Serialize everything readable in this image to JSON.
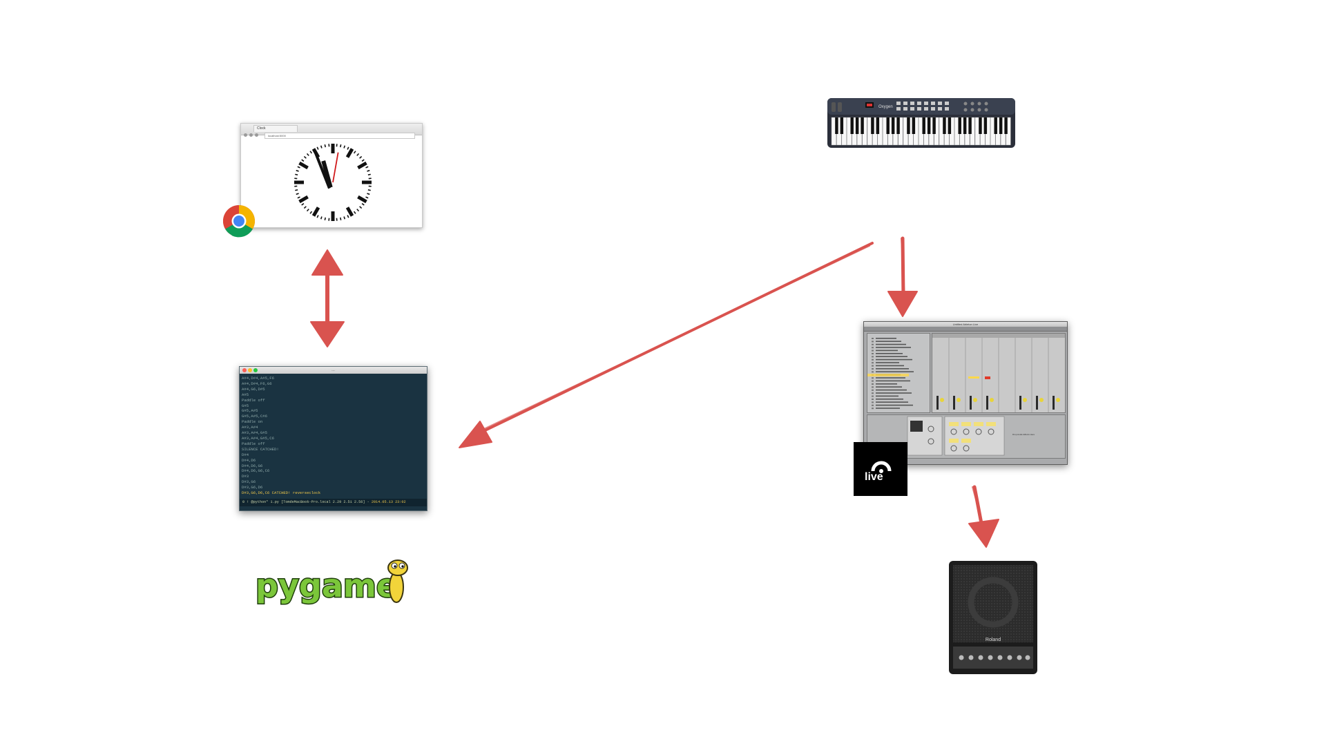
{
  "browser": {
    "tab_label": "Clock",
    "address": "localhost:5000"
  },
  "terminal": {
    "title": "…",
    "lines": [
      "A#4,D#4,A#5,F6",
      "A#4,D#4,F6,G6",
      "A#4,G6,D#5",
      "A#5",
      "Paddle off",
      "G#5",
      "G#5,A#5",
      "G#5,A#5,C#6",
      "Paddle on",
      "A#3,A#4",
      "A#3,A#4,G#5",
      "A#3,A#4,G#5,C6",
      "Paddle off",
      "SILENCE CATCHED!",
      "D#4",
      "D#4,D6",
      "D#4,D6,G6",
      "D#4,D6,G6,C6",
      "D#3",
      "D#3,G6",
      "D#3,G6,D6",
      "D#3,G6,D6,C6 CATCHED! reverseclock"
    ],
    "highlight_line_index": 21,
    "prompt_left": "0 ! @python* 1.py ",
    "prompt_host": "[TomdeMacBook-Pro.local 2.29 2.51 2.56]",
    "prompt_date": "2014.05.13 23:02"
  },
  "pygame_logo": {
    "text": "pygame"
  },
  "keyboard": {
    "brand": "Oxygen"
  },
  "ableton": {
    "window_title": "Untitled Ableton Live",
    "device_hint": "Drop Audio Effects Here"
  },
  "live_logo": {
    "text": "live"
  },
  "amp": {
    "brand": "Roland"
  },
  "colors": {
    "arrow": "#d9534f",
    "terminal_bg": "#1a3341",
    "highlight": "#f0c84a"
  }
}
